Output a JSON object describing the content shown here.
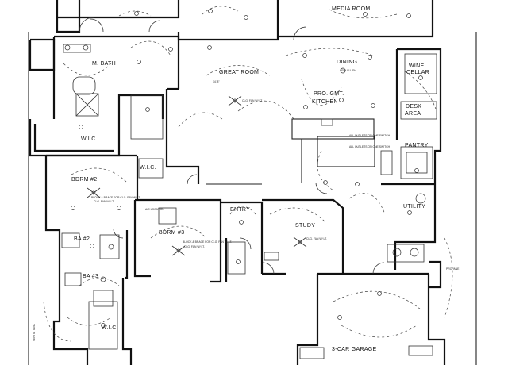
{
  "rooms": {
    "media_room": "MEDIA ROOM",
    "master_bath": "M. BATH",
    "great_room": "GREAT ROOM",
    "dining": "DINING",
    "wine_cellar_1": "WINE",
    "wine_cellar_2": "CELLAR",
    "kitchen_1": "PRO. GMT.",
    "kitchen_2": "KITCHEN",
    "desk_area_1": "DESK",
    "desk_area_2": "AREA",
    "wic_master": "W.I.C.",
    "pantry": "PANTRY",
    "bedroom_2": "BDRM #2",
    "bedroom_3": "BDRM #3",
    "entry": "ENTRY",
    "study": "STUDY",
    "utility": "UTILITY",
    "bath_2": "BA #2",
    "bath_3": "BA #3",
    "wic_lower": "W.I.C.",
    "wic_small": "W.I.C.",
    "garage": "3-CAR GARAGE",
    "ac_location": "A/C LOCATION"
  },
  "notes": {
    "great_room_ceiling": "14'-8\"",
    "dining_fixture": "SEMI-FLUSH",
    "fan_great_room": "CLG. FAN W/ LT.",
    "fan_bdrm2": "CLG. FAN W/ LT.",
    "fan_bdrm3": "CLG. FAN W/ LT.",
    "fan_study": "CLG. FAN W/ LT.",
    "bdrm2_block": "BLOCK & BRACE FOR CLG. FAN W/ LT.",
    "bdrm3_block": "BLOCK & BRACE FOR CLG. FAN W/ LT.",
    "kitchen_outlets_1": "ALL OUTLETS ON ONE SWITCH",
    "kitchen_outlets_2": "ALL OUTLETS ON ONE SWITCH",
    "propane": "PROPANE",
    "septic": "SEPTIC TANK"
  }
}
